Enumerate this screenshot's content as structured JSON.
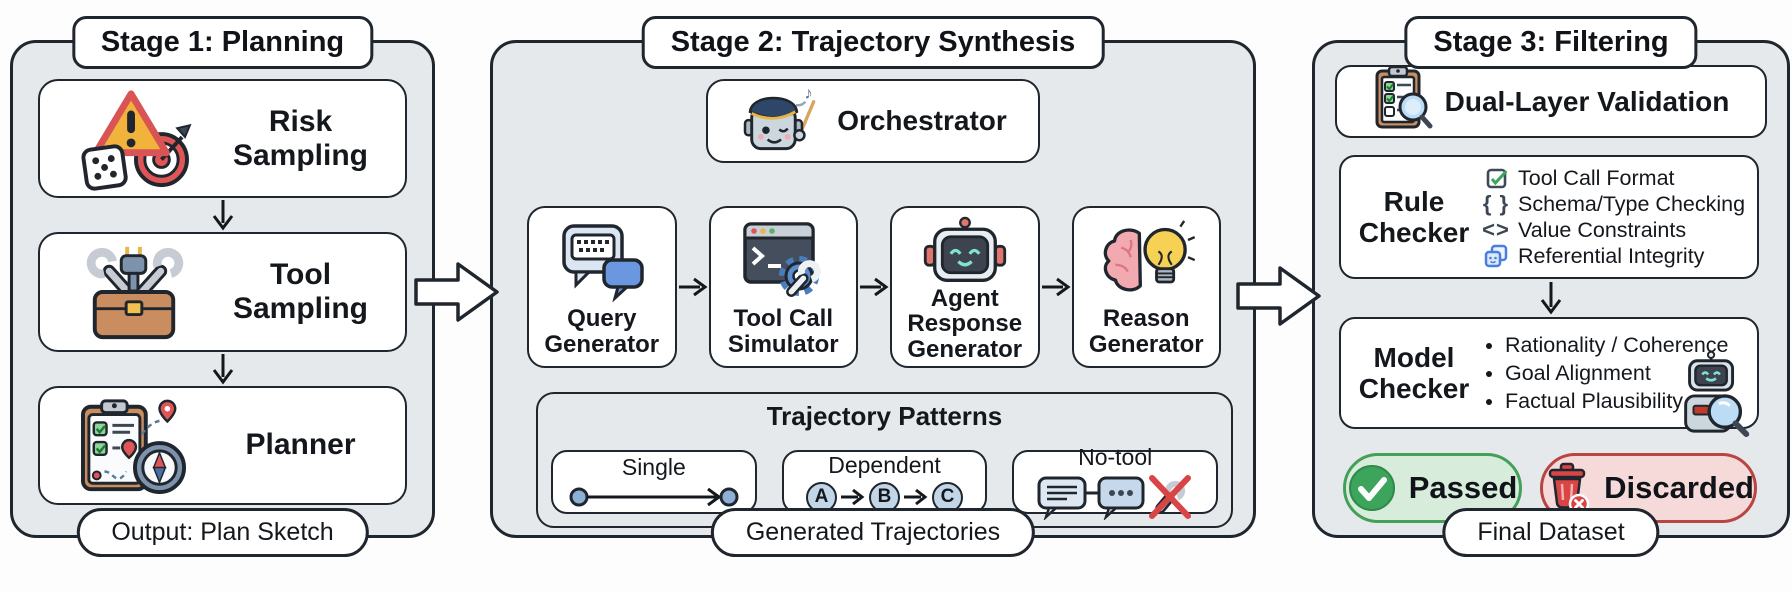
{
  "stage1": {
    "title": "Stage 1: Planning",
    "boxes": [
      {
        "icon": "risk-sampling-icon",
        "label": "Risk Sampling"
      },
      {
        "icon": "tool-sampling-icon",
        "label": "Tool Sampling"
      },
      {
        "icon": "planner-icon",
        "label": "Planner"
      }
    ],
    "output_label": "Output: Plan Sketch"
  },
  "stage2": {
    "title": "Stage 2: Trajectory Synthesis",
    "orchestrator": {
      "icon": "conductor-robot-icon",
      "label": "Orchestrator"
    },
    "generators": [
      {
        "icon": "chat-keyboard-icon",
        "label": "Query Generator"
      },
      {
        "icon": "terminal-tool-icon",
        "label": "Tool Call Simulator"
      },
      {
        "icon": "agent-robot-icon",
        "label": "Agent Response Generator"
      },
      {
        "icon": "brain-bulb-icon",
        "label": "Reason Generator"
      }
    ],
    "patterns": {
      "title": "Trajectory Patterns",
      "single_label": "Single",
      "dependent_label": "Dependent",
      "dependent_nodes": [
        "A",
        "B",
        "C"
      ],
      "no_tool_label": "No-tool"
    },
    "output_label": "Generated Trajectories"
  },
  "stage3": {
    "title": "Stage 3: Filtering",
    "validation": {
      "icon": "clipboard-magnifier-icon",
      "label": "Dual-Layer Validation"
    },
    "rule_checker": {
      "label": "Rule Checker",
      "items": [
        {
          "icon": "checkbox-check-icon",
          "glyph": "",
          "text": "Tool Call Format"
        },
        {
          "icon": "braces-glyph",
          "glyph": "{ }",
          "text": "Schema/Type Checking"
        },
        {
          "icon": "angle-brackets-glyph",
          "glyph": "<>",
          "text": "Value Constraints"
        },
        {
          "icon": "linked-squares-icon",
          "glyph": "",
          "text": "Referential Integrity"
        }
      ]
    },
    "model_checker": {
      "label": "Model Checker",
      "icon": "robot-magnifier-icon",
      "items": [
        "Rationality / Coherence",
        "Goal Alignment",
        "Factual Plausibility"
      ]
    },
    "passed_label": "Passed",
    "discarded_label": "Discarded",
    "output_label": "Final Dataset"
  },
  "colors": {
    "panel_bg": "#e6e9ec",
    "outline": "#20262e",
    "accent_blue": "#6b96e0",
    "node_blue": "#c2d6e8",
    "passed_bg": "#d8ecdb",
    "passed_border": "#43a058",
    "passed_check": "#3da45c",
    "discarded_bg": "#f6d9d9",
    "discarded_border": "#b8453f",
    "discarded_trash": "#d94545",
    "warning_yellow": "#f2b33d",
    "toolbox_brown": "#c98d5f"
  }
}
